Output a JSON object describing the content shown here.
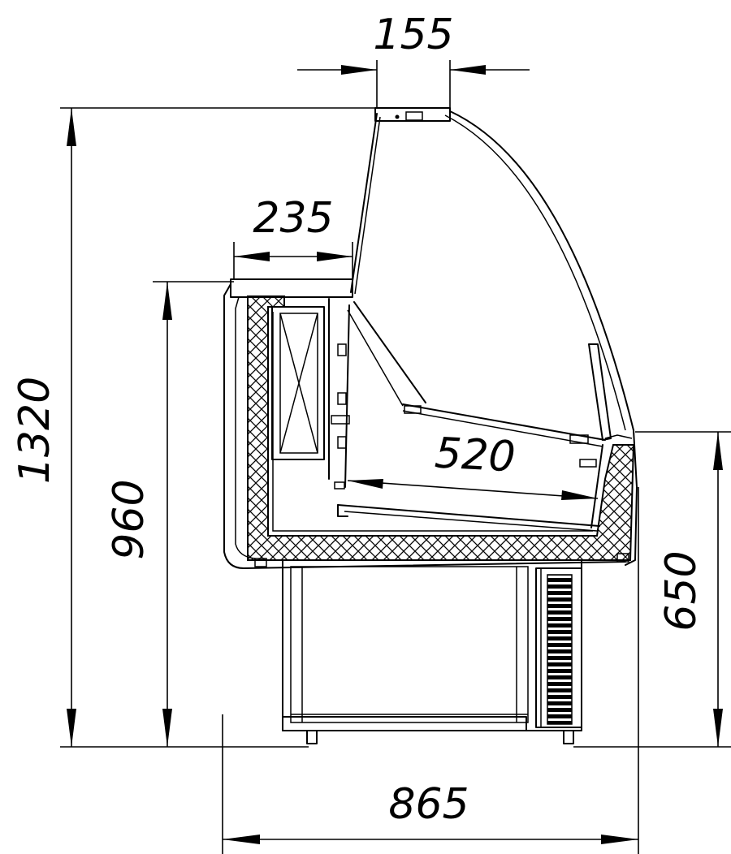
{
  "dimensions": {
    "top_width": "155",
    "shelf_depth": "235",
    "inner_shelf": "520",
    "total_height": "1320",
    "counter_height": "960",
    "front_height": "650",
    "total_depth": "865"
  }
}
